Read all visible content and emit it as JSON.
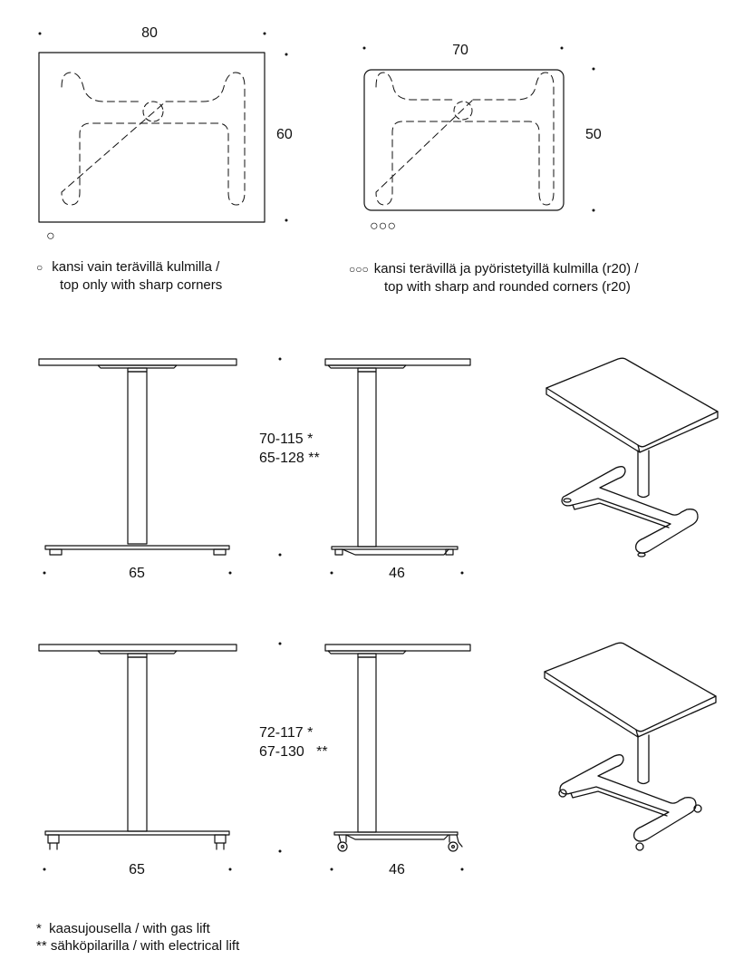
{
  "tops": {
    "sharp": {
      "width": "80",
      "depth": "60",
      "symbol": "○"
    },
    "rounded": {
      "width": "70",
      "depth": "50",
      "symbol": "○○○"
    }
  },
  "captions": {
    "sharp": {
      "symbol": "○",
      "line1": "kansi vain terävillä kulmilla /",
      "line2": "top only with sharp corners"
    },
    "rounded": {
      "symbol": "○○○",
      "line1": "kansi terävillä ja pyöristetyillä kulmilla (r20) /",
      "line2": "top with sharp and rounded corners (r20)"
    }
  },
  "rows": [
    {
      "front_width": "65",
      "side_width": "46",
      "height_gas": "70-115 *",
      "height_electric": "65-128 **",
      "base": "glides"
    },
    {
      "front_width": "65",
      "side_width": "46",
      "height_gas": "72-117 *",
      "height_electric": "67-130   **",
      "base": "castors"
    }
  ],
  "footnotes": {
    "gas": "*  kaasujousella / with gas lift",
    "electric": "** sähköpilarilla / with electrical lift"
  }
}
